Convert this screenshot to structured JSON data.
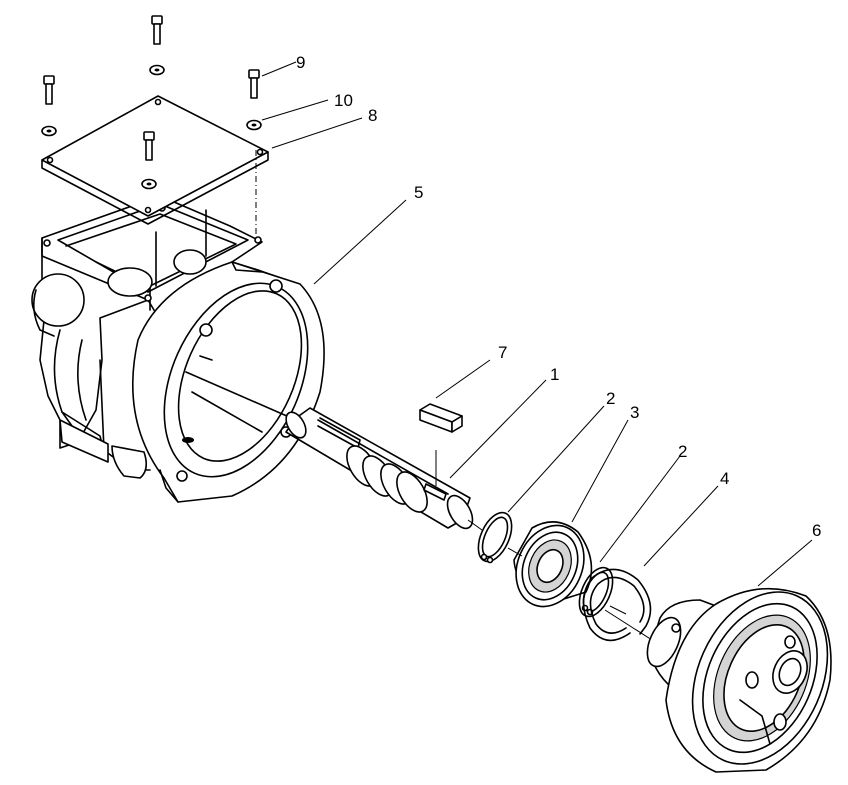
{
  "callouts": {
    "c1": "1",
    "c2a": "2",
    "c3": "3",
    "c2b": "2",
    "c4": "4",
    "c5": "5",
    "c6": "6",
    "c7": "7",
    "c8": "8",
    "c9": "9",
    "c10": "10"
  }
}
